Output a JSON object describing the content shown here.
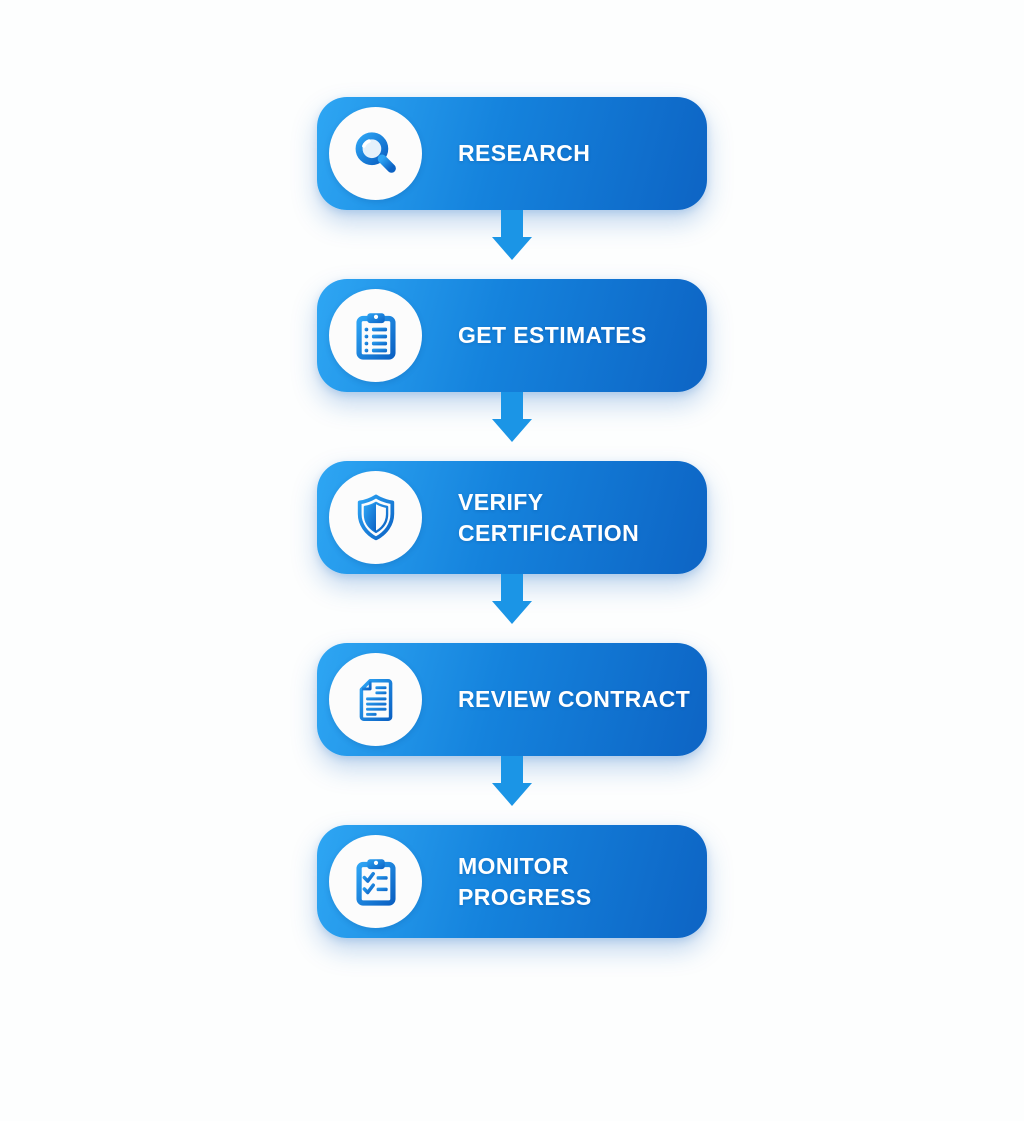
{
  "theme": {
    "page_background": "#fdfefe",
    "step_gradient_from": "#2ea6f3",
    "step_gradient_mid": "#1583dd",
    "step_gradient_to": "#0d64c4",
    "icon_gradient_from": "#2da4f4",
    "icon_gradient_to": "#0b61c3",
    "icon_badge_background": "#fcfcfc",
    "arrow_color": "#1b95e6",
    "label_color": "#ffffff"
  },
  "flowchart": {
    "type": "vertical-process-flow",
    "steps": [
      {
        "label": "RESEARCH",
        "icon": "search-icon"
      },
      {
        "label": "GET ESTIMATES",
        "icon": "clipboard-list-icon"
      },
      {
        "label": "VERIFY CERTIFICATION",
        "icon": "shield-icon"
      },
      {
        "label": "REVIEW CONTRACT",
        "icon": "document-icon"
      },
      {
        "label": "MONITOR PROGRESS",
        "icon": "clipboard-check-icon"
      }
    ]
  }
}
